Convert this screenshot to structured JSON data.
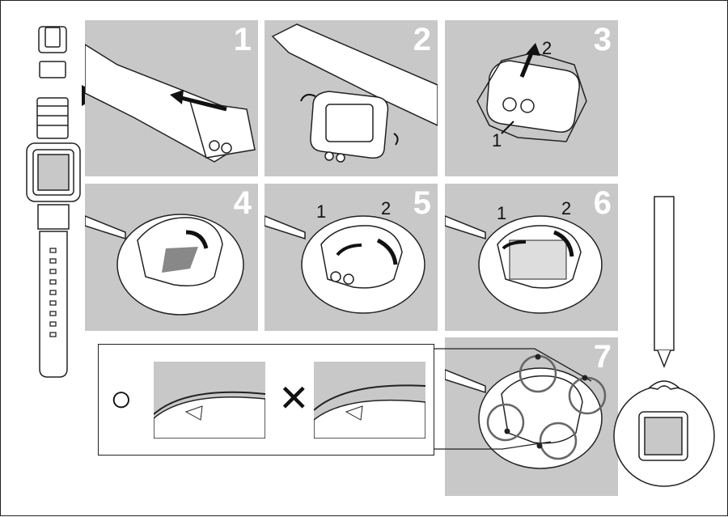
{
  "panels": [
    {
      "label": "1"
    },
    {
      "label": "2"
    },
    {
      "label": "3",
      "steps": [
        "1",
        "2"
      ]
    },
    {
      "label": "4"
    },
    {
      "label": "5",
      "steps": [
        "1",
        "2"
      ]
    },
    {
      "label": "6",
      "steps": [
        "1",
        "2"
      ]
    },
    {
      "label": "7"
    }
  ],
  "compare": {
    "ok_symbol": "○",
    "ng_symbol": "✕"
  }
}
